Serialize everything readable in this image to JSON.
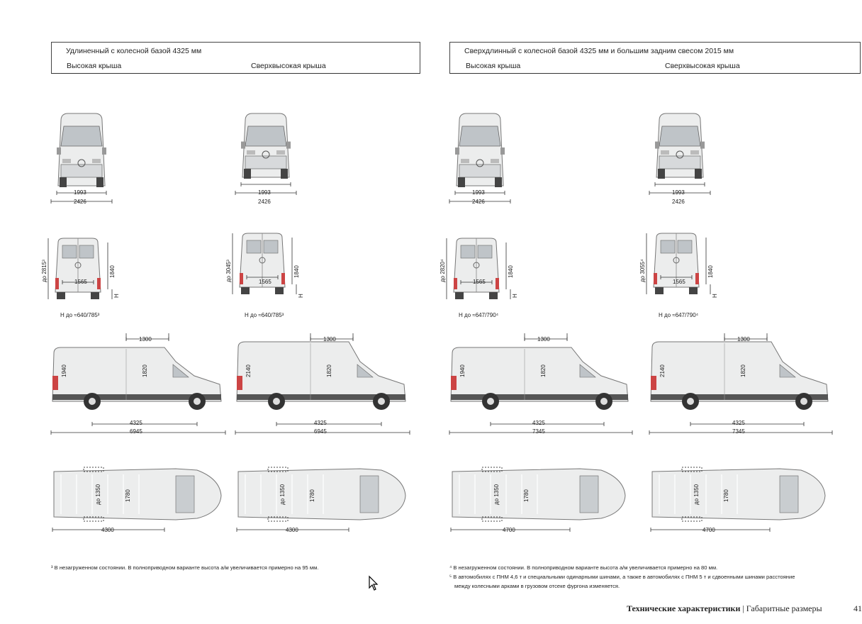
{
  "left": {
    "title": "Удлиненный с колесной базой 4325 мм",
    "roof_a": "Высокая крыша",
    "roof_b": "Сверхвысокая крыша",
    "col_a": {
      "front_inner": "1993",
      "front_outer": "2426",
      "rear_height": "до 2815³",
      "rear_inner_h": "1840",
      "rear_width": "1565",
      "rear_h": "H",
      "h_note": "H до ≈640/785³",
      "side_top": "1300",
      "side_height": "1940",
      "side_inner": "1820",
      "side_wb": "4325",
      "side_len": "6945",
      "top_up": "до 1350",
      "top_inner": "1780",
      "top_len": "4300"
    },
    "col_b": {
      "front_inner": "1993",
      "front_outer": "2426",
      "rear_height": "до 3045³",
      "rear_inner_h": "1840",
      "rear_width": "1565",
      "rear_h": "H",
      "h_note": "H до ≈640/785³",
      "side_top": "1300",
      "side_height": "2140",
      "side_inner": "1820",
      "side_wb": "4325",
      "side_len": "6945",
      "top_up": "до 1350",
      "top_inner": "1780",
      "top_len": "4300"
    },
    "footnote": "³ В незагруженном состоянии. В полноприводном варианте высота а/м увеличивается примерно на 95 мм."
  },
  "right": {
    "title": "Сверхдлинный с колесной базой 4325 мм и большим задним свесом 2015 мм",
    "roof_a": "Высокая крыша",
    "roof_b": "Сверхвысокая крыша",
    "col_a": {
      "front_inner": "1993",
      "front_outer": "2426",
      "rear_height": "до 2820⁴",
      "rear_inner_h": "1840",
      "rear_width": "1565",
      "rear_h": "H",
      "h_note": "H до ≈647/790⁴",
      "side_top": "1300",
      "side_height": "1940",
      "side_inner": "1820",
      "side_wb": "4325",
      "side_len": "7345",
      "top_up": "до 1350",
      "top_inner": "1780",
      "top_len": "4700"
    },
    "col_b": {
      "front_inner": "1993",
      "front_outer": "2426",
      "rear_height": "до 3055⁴",
      "rear_inner_h": "1840",
      "rear_width": "1565",
      "rear_h": "H",
      "h_note": "H до ≈647/790⁴",
      "side_top": "1300",
      "side_height": "2140",
      "side_inner": "1820",
      "side_wb": "4325",
      "side_len": "7345",
      "top_up": "до 1350",
      "top_inner": "1780",
      "top_len": "4700"
    },
    "footnote1": "⁴ В незагруженном состоянии. В полноприводном варианте высота а/м увеличивается примерно на 80 мм.",
    "footnote2": "⁵ В автомобилях с ПНМ 4,6 т и специальными одинарными шинами, а также в автомобилях с ПНМ 5 т и сдвоенными шинами расстояние",
    "footnote3": "между колесными арками в грузовом отсеке фургона изменяется."
  },
  "page_footer": {
    "section": "Технические характеристики",
    "separator": "|",
    "subsection": "Габаритные размеры",
    "page_number": "41"
  }
}
